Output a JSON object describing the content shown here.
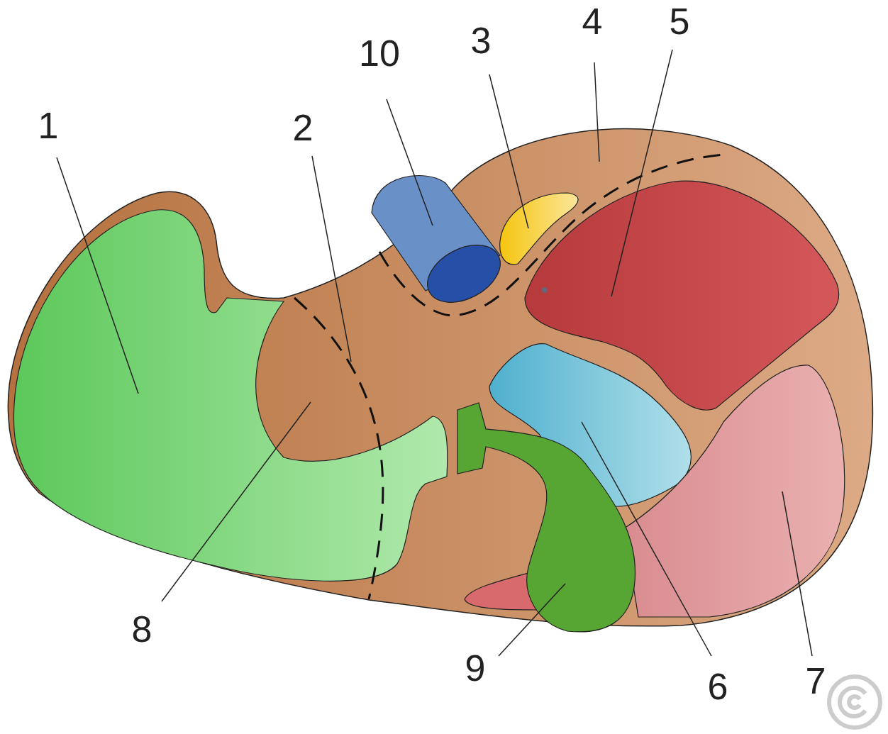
{
  "diagram": {
    "labels": [
      "10",
      "3",
      "4",
      "5",
      "1",
      "2",
      "8",
      "9",
      "6",
      "7"
    ]
  }
}
